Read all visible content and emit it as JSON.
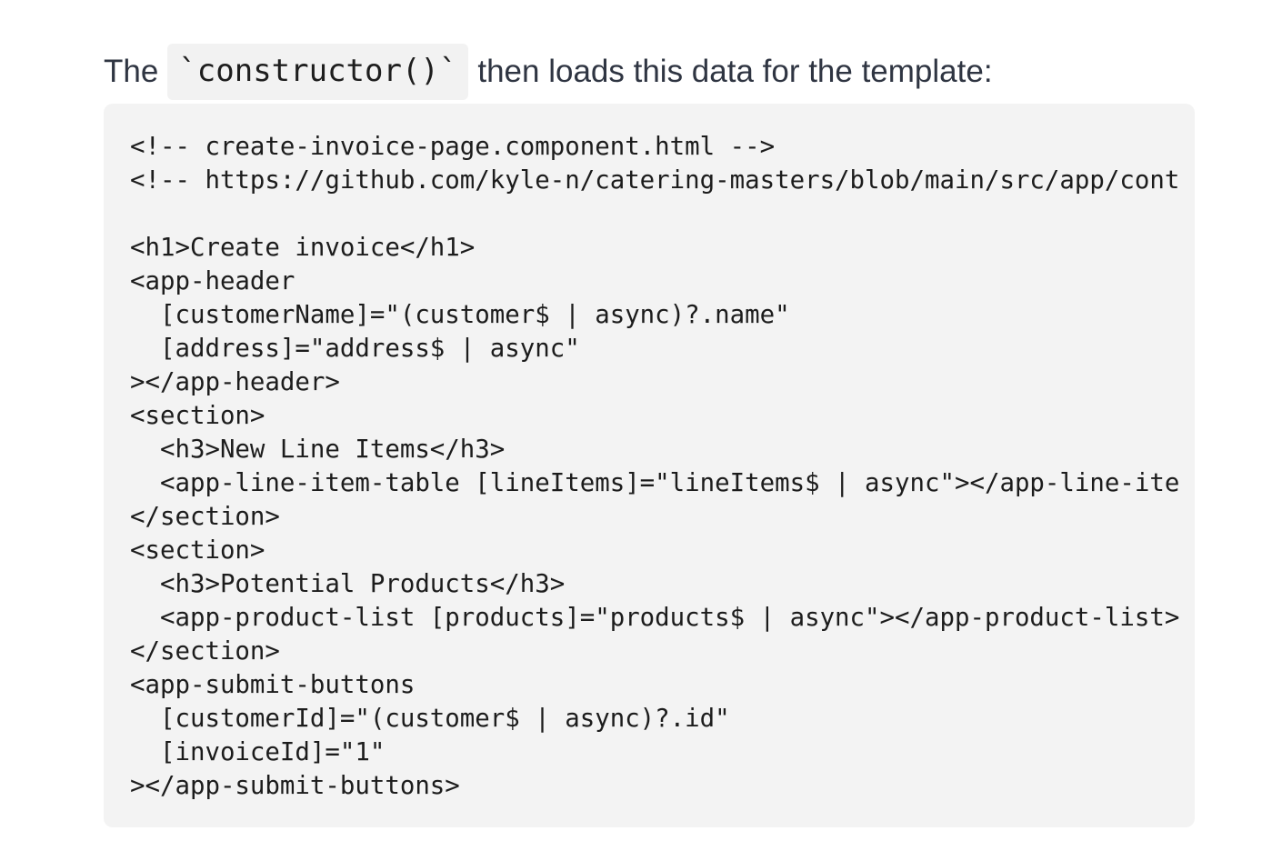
{
  "intro": {
    "prefix": "The",
    "inline_code": "`constructor()`",
    "suffix": "then loads this data for the template:"
  },
  "code": {
    "language": "html",
    "lines": [
      "<!-- create-invoice-page.component.html -->",
      "<!-- https://github.com/kyle-n/catering-masters/blob/main/src/app/cont",
      "",
      "<h1>Create invoice</h1>",
      "<app-header",
      "  [customerName]=\"(customer$ | async)?.name\"",
      "  [address]=\"address$ | async\"",
      "></app-header>",
      "<section>",
      "  <h3>New Line Items</h3>",
      "  <app-line-item-table [lineItems]=\"lineItems$ | async\"></app-line-ite",
      "</section>",
      "<section>",
      "  <h3>Potential Products</h3>",
      "  <app-product-list [products]=\"products$ | async\"></app-product-list>",
      "</section>",
      "<app-submit-buttons",
      "  [customerId]=\"(customer$ | async)?.id\"",
      "  [invoiceId]=\"1\"",
      "></app-submit-buttons>"
    ]
  }
}
